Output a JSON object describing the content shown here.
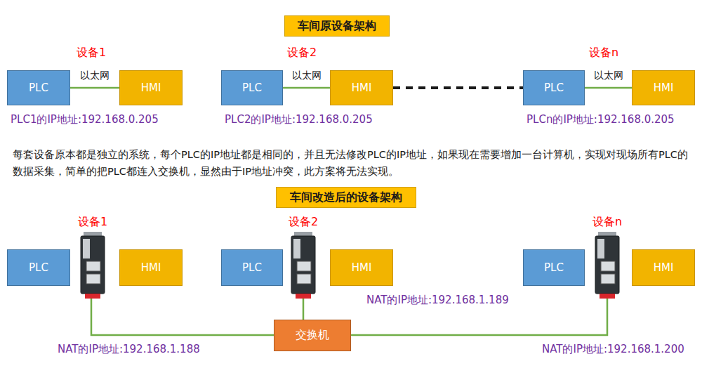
{
  "diagram": {
    "nodes": [
      {
        "text": [
          "车间原设备架构"
        ]
      },
      {
        "text": [
          "PLC"
        ]
      },
      {
        "text": [
          "HMI"
        ]
      },
      {
        "text": [
          "PLC"
        ]
      },
      {
        "text": [
          "HMI"
        ]
      },
      {
        "text": [
          "PLC"
        ]
      },
      {
        "text": [
          "HMI"
        ]
      },
      {
        "text": [
          "车间改造后的设备架构"
        ]
      },
      {
        "text": [
          "PLC"
        ]
      },
      {
        "text": [
          "HMI"
        ]
      },
      {
        "text": [
          "PLC"
        ]
      },
      {
        "text": [
          "HMI"
        ]
      },
      {
        "text": [
          "PLC"
        ]
      },
      {
        "text": [
          "HMI"
        ]
      },
      {
        "text": [
          "交换机"
        ]
      }
    ],
    "edges": [
      {
        "from": 1,
        "to": 2,
        "label": "以太网",
        "arrow": "none"
      },
      {
        "from": 3,
        "to": 4,
        "label": "以太网",
        "arrow": "none"
      },
      {
        "from": 5,
        "to": 6,
        "label": "以太网",
        "arrow": "none"
      },
      {
        "from": 4,
        "to": 5,
        "arrow": "none"
      }
    ],
    "labels": [
      "设备1",
      "设备2",
      "设备n",
      "PLC1的IP地址:192.168.0.205",
      "PLC2的IP地址:192.168.0.205",
      "PLCn的IP地址:192.168.0.205",
      "每套设备原本都是独立的系统，每个PLC的IP地址都是相同的，并且无法修改PLC的IP地址，如果现在需要增加一台计算机，实现对现场所有PLC的数据采集，简单的把PLC都连入交换机，显然由于IP地址冲突，此方案将无法实现。",
      "设备1",
      "设备2",
      "设备n",
      "NAT的IP地址:192.168.1.188",
      "NAT的IP地址:192.168.1.189",
      "NAT的IP地址:192.168.1.200"
    ]
  }
}
